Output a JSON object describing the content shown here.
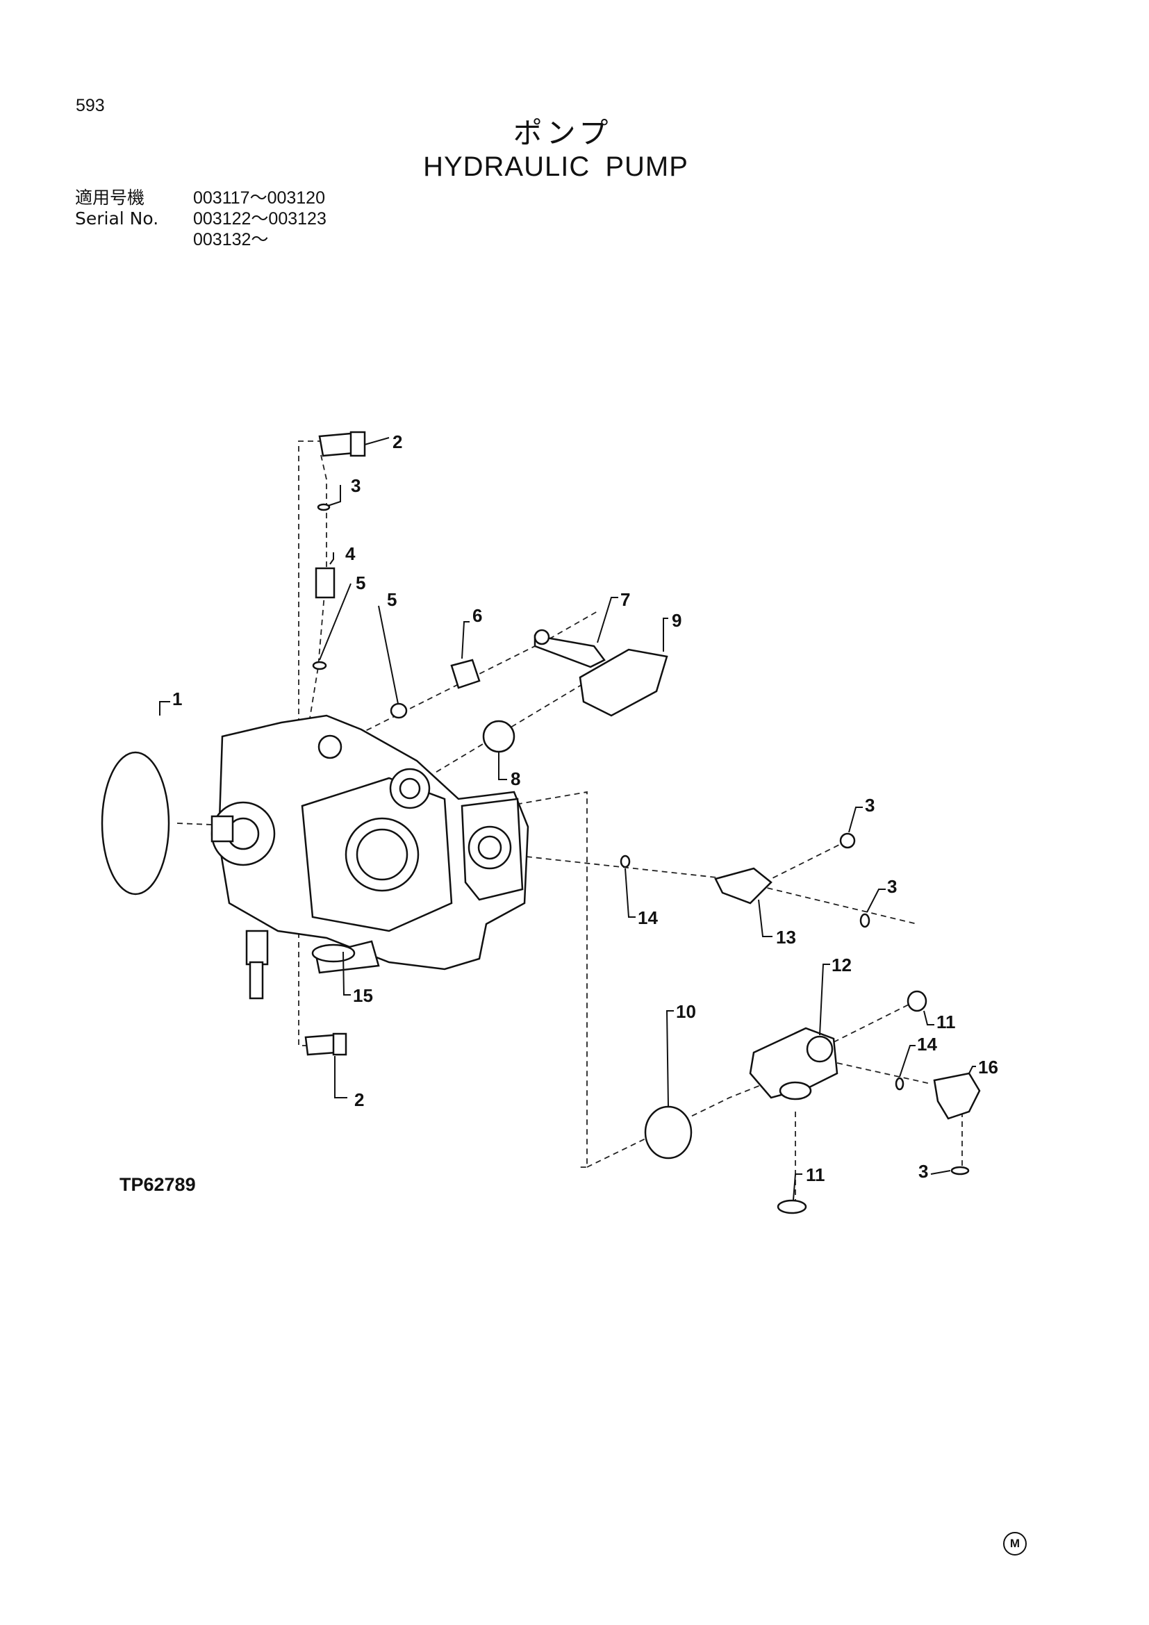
{
  "page_number": "593",
  "title_jp": "ポンプ",
  "title_en": "HYDRAULIC PUMP",
  "serial": {
    "label_jp": "適用号機",
    "label_en": "Serial No.",
    "ranges": [
      "003117～003120",
      "003122～003123",
      "003132～"
    ]
  },
  "drawing_number": "TP62789",
  "mark": "M",
  "callouts": {
    "c1": "1",
    "c2a": "2",
    "c2b": "2",
    "c3a": "3",
    "c3b": "3",
    "c3c": "3",
    "c3d": "3",
    "c4": "4",
    "c5a": "5",
    "c5b": "5",
    "c6": "6",
    "c7": "7",
    "c8": "8",
    "c9": "9",
    "c10": "10",
    "c11a": "11",
    "c11b": "11",
    "c12": "12",
    "c13": "13",
    "c14a": "14",
    "c14b": "14",
    "c15": "15",
    "c16": "16"
  }
}
